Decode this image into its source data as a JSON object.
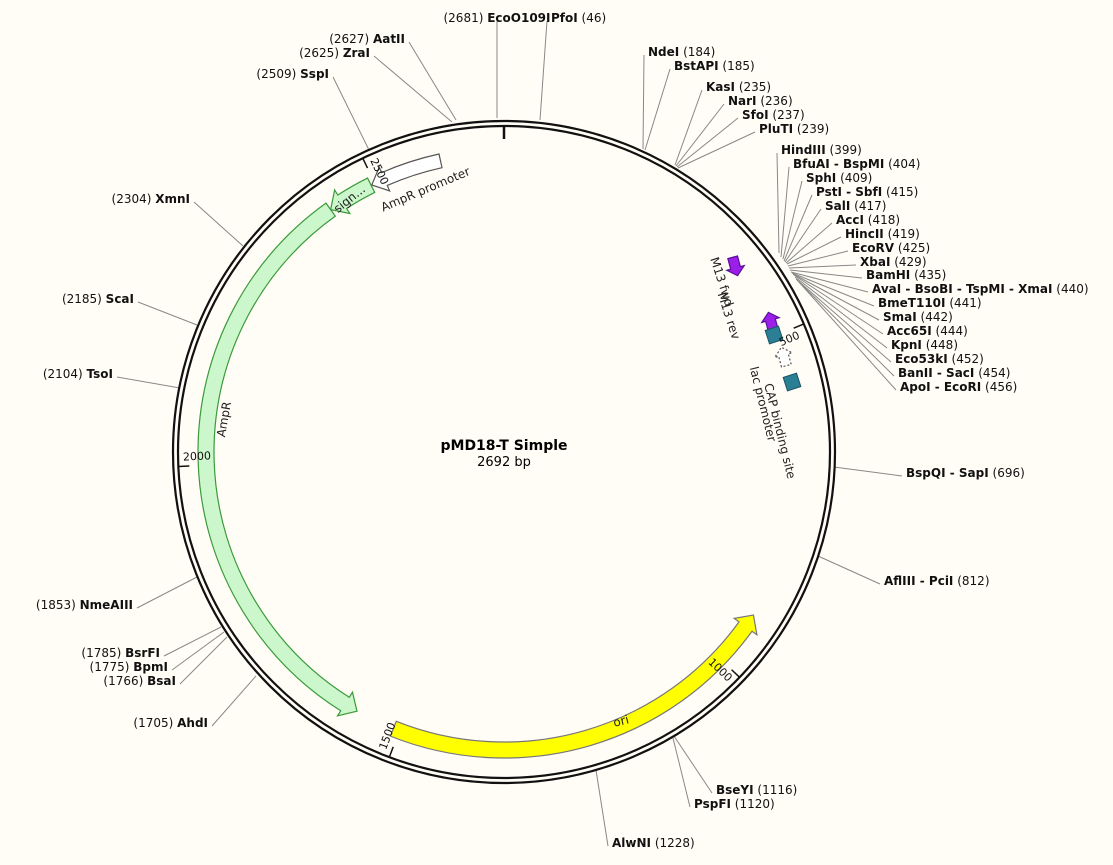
{
  "title": "pMD18-T Simple",
  "subtitle": "2692 bp",
  "total_bp": 2692,
  "colors": {
    "ampr": "#ccf7cc",
    "ori": "#ffff00",
    "primer": "#9b1fe8",
    "cap": "#2a7f95",
    "promoter": "#ffffff",
    "signal": "#ccf7cc"
  },
  "ticks": [
    {
      "bp": 500,
      "label": "500"
    },
    {
      "bp": 1000,
      "label": "1000"
    },
    {
      "bp": 1500,
      "label": "1500"
    },
    {
      "bp": 2000,
      "label": "2000"
    },
    {
      "bp": 2500,
      "label": "2500"
    }
  ],
  "features": [
    {
      "id": "ampr",
      "name": "AmpR",
      "start": 1567,
      "end": 2426,
      "dir": -1,
      "type": "cds"
    },
    {
      "id": "ori",
      "name": "ori",
      "start": 921,
      "end": 1509,
      "dir": -1,
      "type": "origin"
    },
    {
      "id": "signal",
      "name": "sign...",
      "start": 2426,
      "end": 2494,
      "dir": -1,
      "type": "signal"
    },
    {
      "id": "ampr-promoter",
      "name": "AmpR promoter",
      "start": 2495,
      "end": 2600,
      "dir": -1,
      "type": "promoter"
    },
    {
      "id": "m13-fwd",
      "name": "M13 fwd",
      "start": 370,
      "end": 388,
      "dir": -1,
      "type": "primer"
    },
    {
      "id": "m13-rev",
      "name": "M13 rev",
      "start": 470,
      "end": 488,
      "dir": 1,
      "type": "primer"
    },
    {
      "id": "lac-promoter",
      "name": "lac promoter",
      "start": 512,
      "end": 542,
      "dir": 1,
      "type": "promoter"
    },
    {
      "id": "cap-site",
      "name": "CAP binding site",
      "start": 556,
      "end": 578,
      "dir": 1,
      "type": "site"
    }
  ],
  "sites": [
    {
      "name": "EcoO109I",
      "pos": "2681"
    },
    {
      "name": "PfoI",
      "pos": "46"
    },
    {
      "name": "AatII",
      "pos": "2627"
    },
    {
      "name": "ZraI",
      "pos": "2625"
    },
    {
      "name": "SspI",
      "pos": "2509"
    },
    {
      "name": "NdeI",
      "pos": "184"
    },
    {
      "name": "BstAPI",
      "pos": "185"
    },
    {
      "name": "KasI",
      "pos": "235"
    },
    {
      "name": "NarI",
      "pos": "236"
    },
    {
      "name": "SfoI",
      "pos": "237"
    },
    {
      "name": "PluTI",
      "pos": "239"
    },
    {
      "name": "HindIII",
      "pos": "399"
    },
    {
      "name": "BfuAI - BspMI",
      "pos": "404"
    },
    {
      "name": "SphI",
      "pos": "409"
    },
    {
      "name": "PstI - SbfI",
      "pos": "415"
    },
    {
      "name": "SalI",
      "pos": "417"
    },
    {
      "name": "AccI",
      "pos": "418"
    },
    {
      "name": "HincII",
      "pos": "419"
    },
    {
      "name": "EcoRV",
      "pos": "425"
    },
    {
      "name": "XbaI",
      "pos": "429"
    },
    {
      "name": "BamHI",
      "pos": "435"
    },
    {
      "name": "AvaI - BsoBI - TspMI - XmaI",
      "pos": "440"
    },
    {
      "name": "BmeT110I",
      "pos": "441"
    },
    {
      "name": "SmaI",
      "pos": "442"
    },
    {
      "name": "Acc65I",
      "pos": "444"
    },
    {
      "name": "KpnI",
      "pos": "448"
    },
    {
      "name": "Eco53kI",
      "pos": "452"
    },
    {
      "name": "BanII - SacI",
      "pos": "454"
    },
    {
      "name": "ApoI - EcoRI",
      "pos": "456"
    },
    {
      "name": "BspQI - SapI",
      "pos": "696"
    },
    {
      "name": "AflIII - PciI",
      "pos": "812"
    },
    {
      "name": "XmnI",
      "pos": "2304"
    },
    {
      "name": "ScaI",
      "pos": "2185"
    },
    {
      "name": "TsoI",
      "pos": "2104"
    },
    {
      "name": "NmeAIII",
      "pos": "1853"
    },
    {
      "name": "BsrFI",
      "pos": "1785"
    },
    {
      "name": "BpmI",
      "pos": "1775"
    },
    {
      "name": "BsaI",
      "pos": "1766"
    },
    {
      "name": "AhdI",
      "pos": "1705"
    },
    {
      "name": "BseYI",
      "pos": "1116"
    },
    {
      "name": "PspFI",
      "pos": "1120"
    },
    {
      "name": "AlwNI",
      "pos": "1228"
    }
  ]
}
